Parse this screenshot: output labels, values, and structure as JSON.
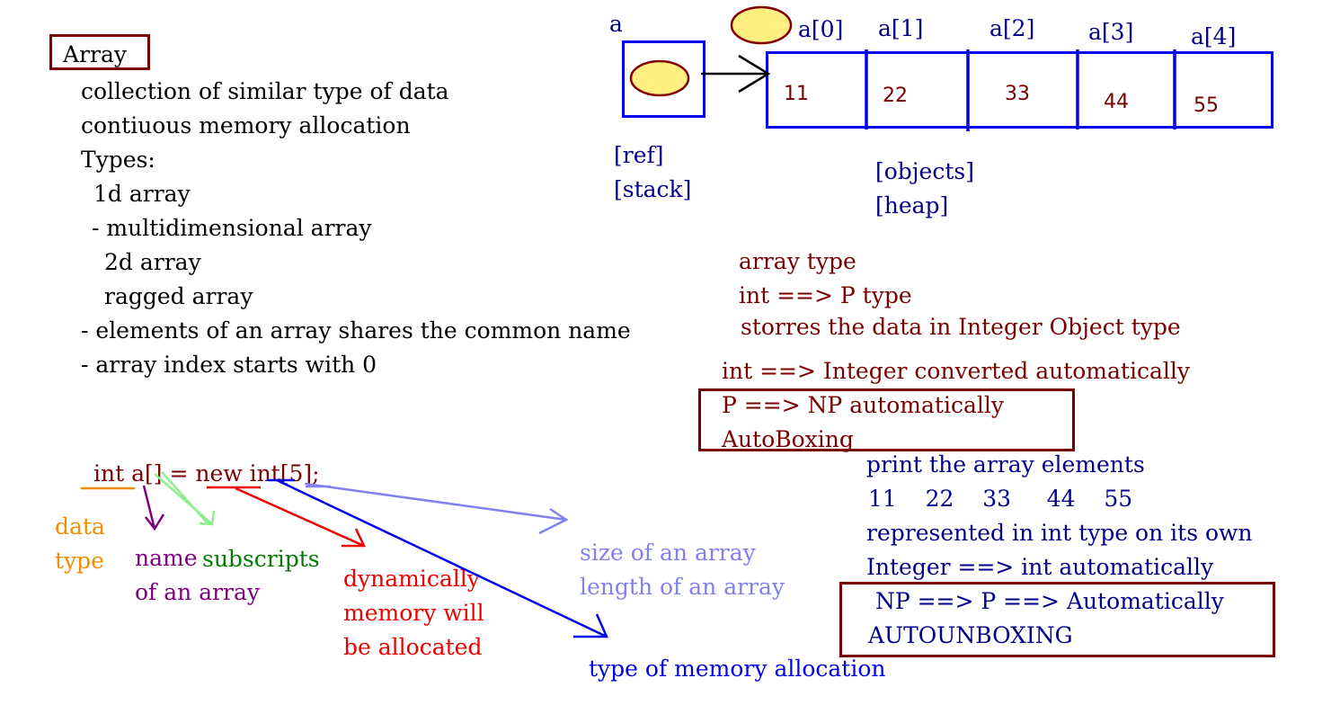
{
  "colors": {
    "black": "#000000",
    "dark_red": "#7a0000",
    "navy": "#00008b",
    "blue": "#0000ee",
    "orange": "#f28c00",
    "purple": "#800080",
    "green": "#007a00",
    "light_green": "#90ee90",
    "red": "#ee0000",
    "lavender": "#8080ee",
    "yellow": "#ffef80"
  },
  "notes": {
    "title": "Array",
    "lines": [
      "collection of similar type of data",
      "contiuous memory allocation",
      "Types:",
      "1d array",
      "- multidimensional array",
      "2d array",
      "ragged array",
      "- elements of an array shares the common name",
      "- array index starts with 0"
    ]
  },
  "diagram": {
    "ref_label": "a",
    "ref_caption": [
      "[ref]",
      "[stack]"
    ],
    "heap_caption": [
      "[objects]",
      "[heap]"
    ],
    "index_labels": [
      "a[0]",
      "a[1]",
      "a[2]",
      "a[3]",
      "a[4]"
    ],
    "values": [
      "11",
      "22",
      "33",
      "44",
      "55"
    ]
  },
  "declaration": {
    "code": "int a[] = new int[5];",
    "data_type": [
      "data",
      "type"
    ],
    "name": [
      "name",
      "of an array"
    ],
    "subscripts": "subscripts",
    "dynamic": [
      "dynamically",
      "memory will",
      "be allocated"
    ],
    "size": [
      "size of an array",
      "length of an array"
    ],
    "mem_type": "type of memory allocation"
  },
  "boxing": {
    "lines": [
      "array type",
      "int ==> P type",
      "storres the data in Integer Object type"
    ],
    "convert": "int ==> Integer converted automatically",
    "box_lines": [
      "P ==> NP automatically",
      "AutoBoxing"
    ]
  },
  "unboxing": {
    "lines": [
      "print the array elements",
      "11    22    33     44    55",
      "represented in int type on its own",
      "Integer ==> int automatically"
    ],
    "box_lines": [
      " NP ==> P ==> Automatically",
      "AUTOUNBOXING"
    ]
  }
}
